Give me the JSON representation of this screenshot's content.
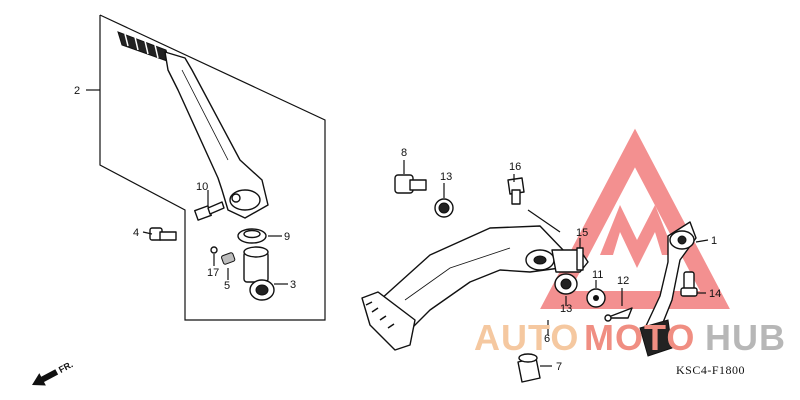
{
  "diagram_code": "KSC4-F1800",
  "front_label": "FR.",
  "watermark": {
    "part_auto": "AUTO",
    "part_moto": "MOTO",
    "part_hub": "HUB",
    "color_auto": "#f5c8a0",
    "color_moto": "#f08e82",
    "color_hub": "#b7b7b7",
    "logo_color": "#ef6b6b"
  },
  "callouts": [
    "1",
    "2",
    "3",
    "4",
    "5",
    "6",
    "7",
    "8",
    "9",
    "10",
    "11",
    "12",
    "13",
    "13",
    "14",
    "15",
    "16",
    "17"
  ]
}
